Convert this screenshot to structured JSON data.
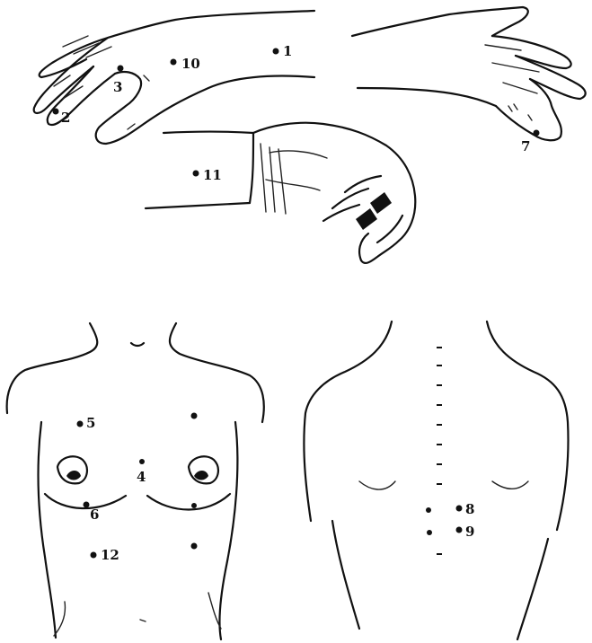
{
  "points": [
    {
      "id": "p1",
      "label": "1"
    },
    {
      "id": "p2",
      "label": "2"
    },
    {
      "id": "p3",
      "label": "3"
    },
    {
      "id": "p4",
      "label": "4"
    },
    {
      "id": "p5",
      "label": "5"
    },
    {
      "id": "p6",
      "label": "6"
    },
    {
      "id": "p7",
      "label": "7"
    },
    {
      "id": "p8",
      "label": "8"
    },
    {
      "id": "p9",
      "label": "9"
    },
    {
      "id": "p10",
      "label": "10"
    },
    {
      "id": "p11",
      "label": "11"
    },
    {
      "id": "p12",
      "label": "12"
    }
  ]
}
